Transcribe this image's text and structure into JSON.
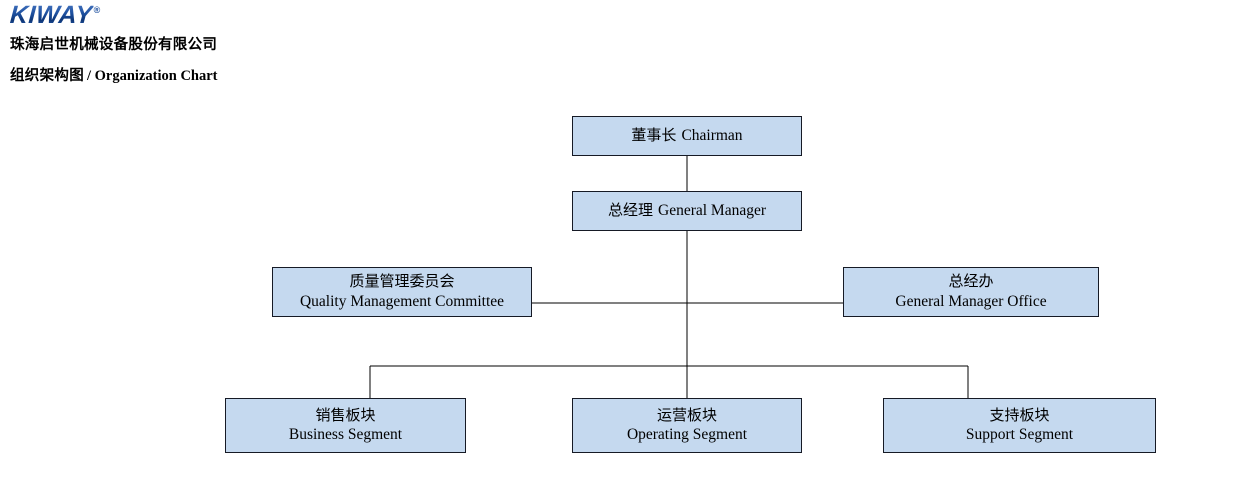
{
  "header": {
    "logo_text": "KIWAY",
    "logo_trademark": "®",
    "company_name": "珠海启世机械设备股份有限公司",
    "subtitle_cn": "组织架构图",
    "subtitle_en": "/ Organization Chart"
  },
  "theme": {
    "node_fill": "#c5d9ef",
    "node_border": "#161a25",
    "connector_color": "#000000",
    "logo_color": "#1d4f9e",
    "text_color": "#000000",
    "page_background": "#ffffff"
  },
  "chart_data": {
    "type": "diagram",
    "title": "组织架构图 / Organization Chart",
    "nodes": [
      {
        "id": "chairman",
        "cn": "董事长",
        "en": "Chairman",
        "level": 0,
        "layout": "inline"
      },
      {
        "id": "general-manager",
        "cn": "总经理",
        "en": "General Manager",
        "level": 1,
        "layout": "inline"
      },
      {
        "id": "quality-committee",
        "cn": "质量管理委员会",
        "en": "Quality Management Committee",
        "level": 2,
        "layout": "stacked"
      },
      {
        "id": "gm-office",
        "cn": "总经办",
        "en": "General Manager Office",
        "level": 2,
        "layout": "stacked"
      },
      {
        "id": "business-segment",
        "cn": "销售板块",
        "en": "Business Segment",
        "level": 3,
        "layout": "stacked"
      },
      {
        "id": "operating-segment",
        "cn": "运营板块",
        "en": "Operating Segment",
        "level": 3,
        "layout": "stacked"
      },
      {
        "id": "support-segment",
        "cn": "支持板块",
        "en": "Support Segment",
        "level": 3,
        "layout": "stacked"
      }
    ],
    "edges": [
      {
        "from": "chairman",
        "to": "general-manager"
      },
      {
        "from": "general-manager",
        "to": "quality-committee"
      },
      {
        "from": "general-manager",
        "to": "gm-office"
      },
      {
        "from": "general-manager",
        "to": "business-segment"
      },
      {
        "from": "general-manager",
        "to": "operating-segment"
      },
      {
        "from": "general-manager",
        "to": "support-segment"
      }
    ]
  }
}
